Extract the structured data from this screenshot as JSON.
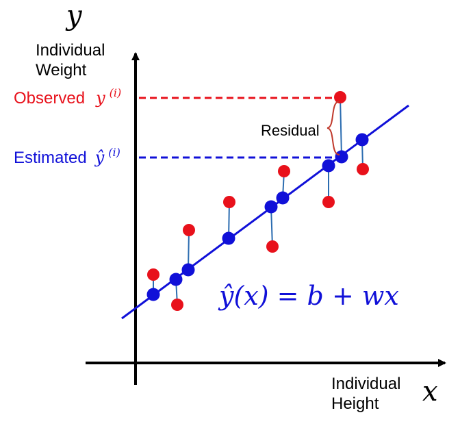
{
  "axes": {
    "y_symbol": "y",
    "y_label_line1": "Individual",
    "y_label_line2": "Weight",
    "x_symbol": "x",
    "x_label_line1": "Individual",
    "x_label_line2": "Height"
  },
  "annotations": {
    "observed_word": "Observed",
    "observed_symbol": "y",
    "observed_superscript": "(i)",
    "estimated_word": "Estimated",
    "estimated_symbol": "ŷ",
    "estimated_superscript": "(i)",
    "residual": "Residual",
    "equation": "ŷ(x) = b + wx"
  },
  "colors": {
    "observed": "#e8111b",
    "estimated": "#1010d8",
    "residual_line": "#2b6cb0",
    "axis": "#000000",
    "brace": "#c0392b"
  }
}
